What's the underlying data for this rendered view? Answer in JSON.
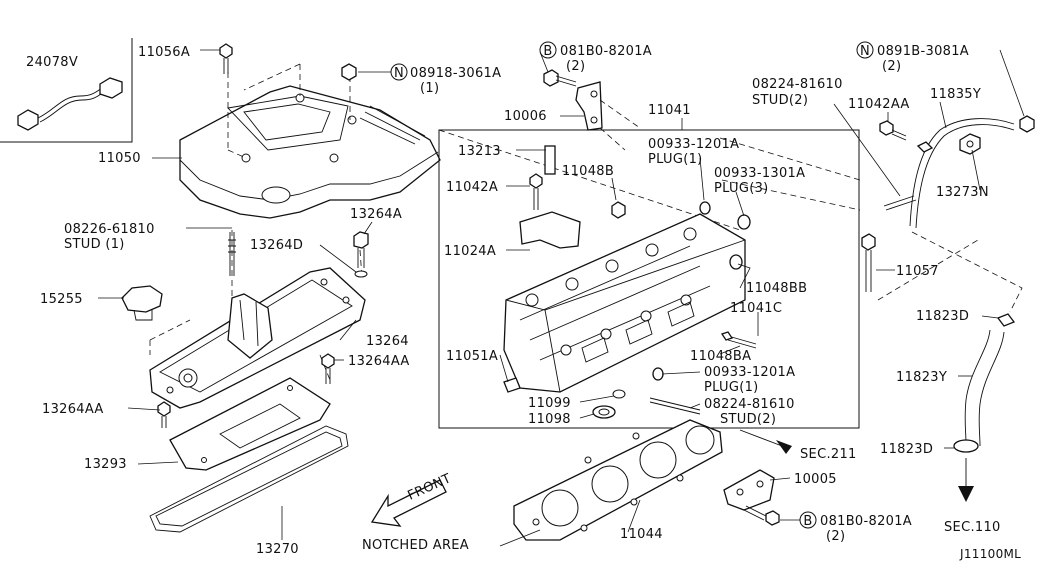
{
  "diagram_id": "J11100ML",
  "callouts": {
    "p24078V": "24078V",
    "p11056A": "11056A",
    "p08918": "08918-3061A",
    "p08918q": "(1)",
    "p081B0_top": "081B0-8201A",
    "p081B0_top_q": "(2)",
    "p0891B": "0891B-3081A",
    "p0891B_q": "(2)",
    "p08224_top": "08224-81610",
    "p08224_top_s": "STUD(2)",
    "p11042AA": "11042AA",
    "p11835Y": "11835Y",
    "p11050": "11050",
    "p10006": "10006",
    "p11041": "11041",
    "p13213": "13213",
    "p00933_1201A_top": "00933-1201A",
    "p00933_1201A_top_p": "PLUG(1)",
    "p00933_1301A": "00933-1301A",
    "p00933_1301A_p": "PLUG(3)",
    "p13273N": "13273N",
    "p11042A": "11042A",
    "p11048B": "11048B",
    "p08226": "08226-61810",
    "p08226_s": "STUD (1)",
    "p13264A": "13264A",
    "p13264D": "13264D",
    "p11024A": "11024A",
    "p11057": "11057",
    "p11048BB": "11048BB",
    "p15255": "15255",
    "p11041C": "11041C",
    "p11823D_top": "11823D",
    "p13264": "13264",
    "p11048BA": "11048BA",
    "p13264AA_r": "13264AA",
    "p11051A": "11051A",
    "p00933_1201A_bot": "00933-1201A",
    "p00933_1201A_bot_p": "PLUG(1)",
    "p11823Y": "11823Y",
    "p13264AA_l": "13264AA",
    "p11099": "11099",
    "p08224_bot": "08224-81610",
    "p11098": "11098",
    "p08224_bot_s": "STUD(2)",
    "p13293": "13293",
    "sec211": "SEC.211",
    "p11823D_bot": "11823D",
    "front": "FRONT",
    "p10005": "10005",
    "p13270": "13270",
    "p081B0_bot": "081B0-8201A",
    "p081B0_bot_q": "(2)",
    "sec110": "SEC.110",
    "notched": "NOTCHED AREA",
    "p11044": "11044"
  },
  "markers": {
    "b": "B",
    "n": "N"
  }
}
